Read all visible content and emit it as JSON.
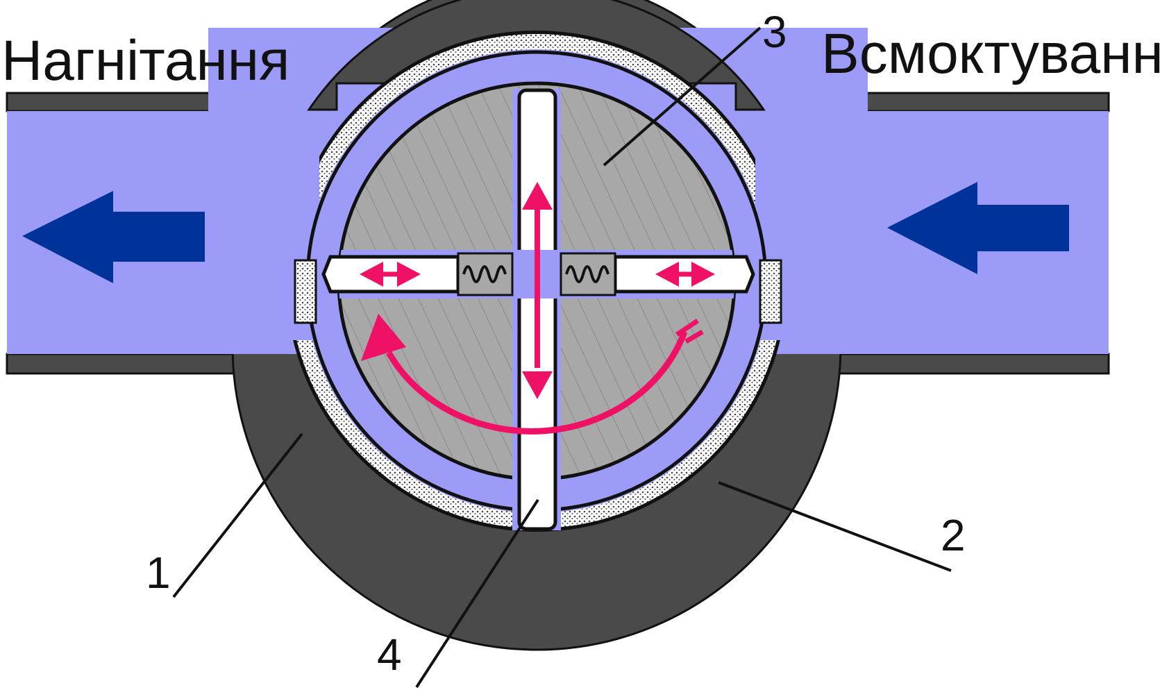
{
  "labels": {
    "discharge": "Нагнітання",
    "suction": "Всмоктування"
  },
  "callouts": {
    "n1": "1",
    "n2": "2",
    "n3": "3",
    "n4": "4"
  },
  "colors": {
    "fluid": "#9C9CF8",
    "housing": "#4A4A4A",
    "rotor": "#A5A5A5",
    "flow_arrow": "#003399",
    "motion_arrow": "#EE1166",
    "line": "#111111"
  },
  "icons": {
    "discharge_flow": "arrow-left-icon",
    "suction_flow": "arrow-left-icon",
    "vane_motion": "double-arrow-icon",
    "rotation": "curved-arrow-icon",
    "vane_spring": "spring-icon"
  }
}
